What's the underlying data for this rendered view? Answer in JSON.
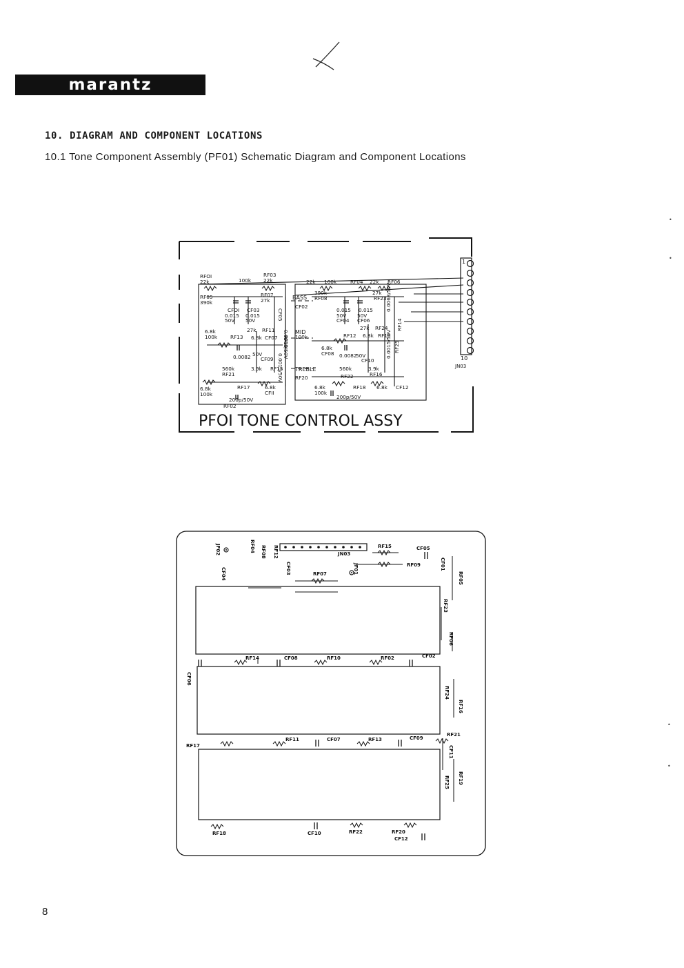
{
  "brand": "marantz",
  "section_title": "10. DIAGRAM AND COMPONENT LOCATIONS",
  "subsection_title": "10.1 Tone  Component  Assembly (PF01) Schematic Diagram and Component Locations",
  "page_number": "8",
  "schematic": {
    "assembly_label": "PFOI  TONE CONTROL ASSY",
    "connector_label": "JN03",
    "connector_pins": [
      "1",
      "10"
    ],
    "section_labels": [
      "BASS",
      "MID",
      "TREBLE"
    ],
    "component_labels": [
      "RFOI",
      "22k",
      "RF03",
      "100k",
      "22k",
      "RF05",
      "390k",
      "RF07",
      "27k",
      "CFOI",
      "0.015",
      "50V",
      "CF03",
      "0.015",
      "50V",
      "CF05",
      "0.0068/50V",
      "RF09",
      "6.8k",
      "100k",
      "RF13",
      "27k",
      "RF11",
      "6.8k",
      "CF07",
      "0.0082",
      "50V",
      "CF09",
      "0.0015/50V",
      "RF19",
      "560k",
      "RF21",
      "3.9k",
      "RF15",
      "6.8k",
      "100k",
      "RF17",
      "6.8k",
      "CFII",
      "200p/50V",
      "RF02",
      "22k",
      "100k",
      "RF04",
      "22k",
      "RF06",
      "390k",
      "RF08",
      "27k",
      "RF23",
      "CF02",
      "0.015",
      "50V",
      "CF04",
      "0.015",
      "50V",
      "CF06",
      "0.0068/50V",
      "RF14",
      "27k",
      "RF24",
      "100k",
      "RF12",
      "6.8k",
      "RF10",
      "6.8k",
      "CF08",
      "0.0082",
      "50V",
      "CF10",
      "0.0015/50V",
      "RF25",
      "RF20",
      "560k",
      "RF22",
      "3.9k",
      "RF16",
      "6.8k",
      "100k",
      "RF18",
      "6.8k",
      "CF12",
      "200p/50V"
    ]
  },
  "layout_board": {
    "component_labels": [
      "JF02",
      "RF04",
      "RF08",
      "RF12",
      "JN03",
      "RF15",
      "CF05",
      "CF04",
      "CF03",
      "JF01",
      "RF07",
      "RF09",
      "CF01",
      "RF05",
      "RF23",
      "RF06",
      "RF14",
      "CF08",
      "RF10",
      "RF02",
      "CF02",
      "CF06",
      "RF24",
      "RF16",
      "RF17",
      "RF11",
      "CF07",
      "RF13",
      "CF09",
      "RF21",
      "CF11",
      "RF19",
      "RF25",
      "RF18",
      "CF10",
      "RF22",
      "RF20",
      "CF12"
    ]
  }
}
